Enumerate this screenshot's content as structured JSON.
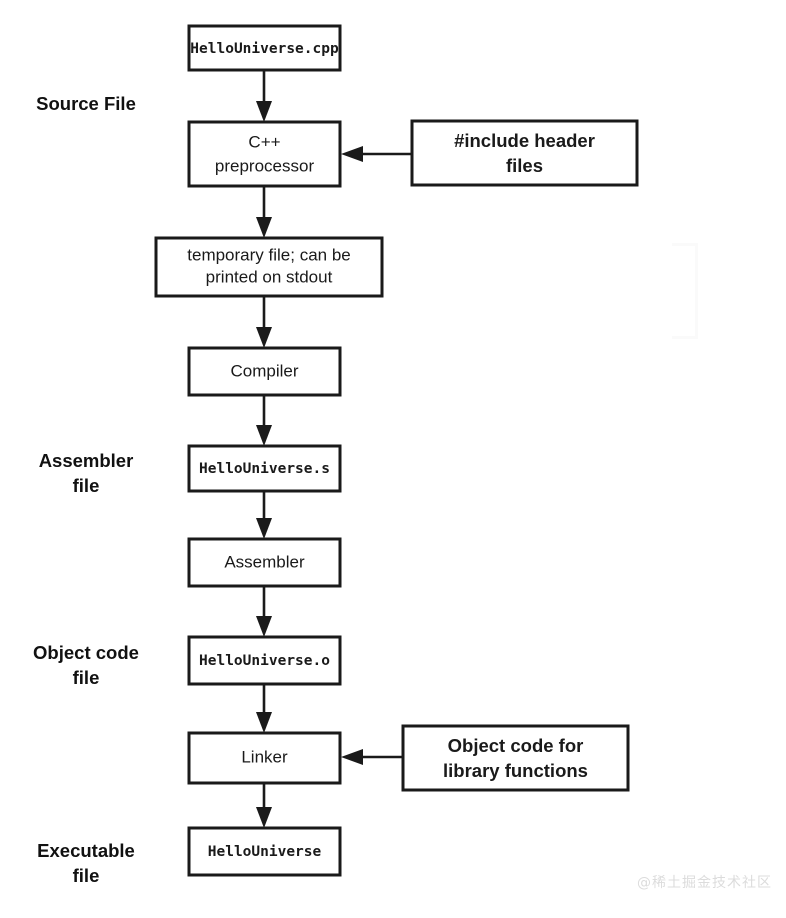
{
  "diagram": {
    "title": "C++ compilation pipeline flowchart",
    "background_color": "#ffffff",
    "stroke_color": "#1a1a1a",
    "stage_labels": [
      {
        "id": "source-file",
        "lines": [
          "Source File"
        ]
      },
      {
        "id": "assembler-file",
        "lines": [
          "Assembler",
          "file"
        ]
      },
      {
        "id": "object-code-file",
        "lines": [
          "Object code",
          "file"
        ]
      },
      {
        "id": "executable-file",
        "lines": [
          "Executable",
          "file"
        ]
      }
    ],
    "nodes": [
      {
        "id": "hellouniverse-cpp",
        "lines": [
          "HelloUniverse.cpp"
        ],
        "style": "mono"
      },
      {
        "id": "cpp-preprocessor",
        "lines": [
          "C++",
          "preprocessor"
        ],
        "style": "plain"
      },
      {
        "id": "include-header-files",
        "lines": [
          "#include header",
          "files"
        ],
        "style": "bold"
      },
      {
        "id": "temporary-file",
        "lines": [
          "temporary file; can be",
          "printed on stdout"
        ],
        "style": "plain"
      },
      {
        "id": "compiler",
        "lines": [
          "Compiler"
        ],
        "style": "plain"
      },
      {
        "id": "hellouniverse-s",
        "lines": [
          "HelloUniverse.s"
        ],
        "style": "mono"
      },
      {
        "id": "assembler",
        "lines": [
          "Assembler"
        ],
        "style": "plain"
      },
      {
        "id": "hellouniverse-o",
        "lines": [
          "HelloUniverse.o"
        ],
        "style": "mono"
      },
      {
        "id": "linker",
        "lines": [
          "Linker"
        ],
        "style": "plain"
      },
      {
        "id": "object-code-library",
        "lines": [
          "Object code for",
          "library functions"
        ],
        "style": "bold"
      },
      {
        "id": "hellouniverse-exe",
        "lines": [
          "HelloUniverse"
        ],
        "style": "mono"
      }
    ],
    "edges": [
      {
        "from": "hellouniverse-cpp",
        "to": "cpp-preprocessor",
        "direction": "down"
      },
      {
        "from": "include-header-files",
        "to": "cpp-preprocessor",
        "direction": "left"
      },
      {
        "from": "cpp-preprocessor",
        "to": "temporary-file",
        "direction": "down"
      },
      {
        "from": "temporary-file",
        "to": "compiler",
        "direction": "down"
      },
      {
        "from": "compiler",
        "to": "hellouniverse-s",
        "direction": "down"
      },
      {
        "from": "hellouniverse-s",
        "to": "assembler",
        "direction": "down"
      },
      {
        "from": "assembler",
        "to": "hellouniverse-o",
        "direction": "down"
      },
      {
        "from": "hellouniverse-o",
        "to": "linker",
        "direction": "down"
      },
      {
        "from": "object-code-library",
        "to": "linker",
        "direction": "left"
      },
      {
        "from": "linker",
        "to": "hellouniverse-exe",
        "direction": "down"
      }
    ]
  },
  "watermark": {
    "text": "@稀土掘金技术社区",
    "color": "#dcdcdc"
  }
}
